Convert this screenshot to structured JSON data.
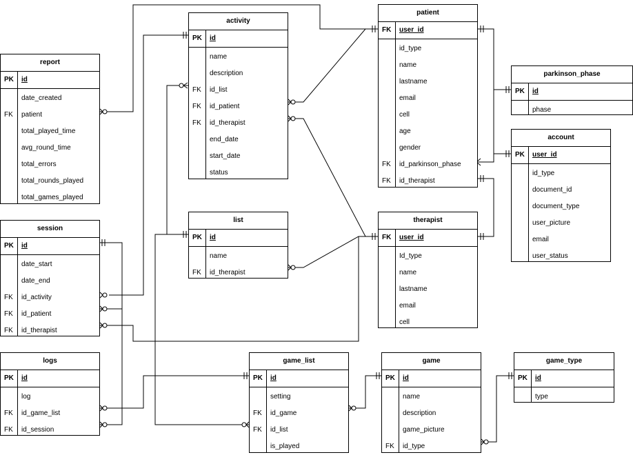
{
  "entities": {
    "activity": {
      "name": "activity",
      "pk": {
        "key": "PK",
        "field": "id"
      },
      "rows": [
        {
          "key": "",
          "field": "name"
        },
        {
          "key": "",
          "field": "description"
        },
        {
          "key": "FK",
          "field": "id_list"
        },
        {
          "key": "FK",
          "field": "id_patient"
        },
        {
          "key": "FK",
          "field": "id_therapist"
        },
        {
          "key": "",
          "field": "end_date"
        },
        {
          "key": "",
          "field": "start_date"
        },
        {
          "key": "",
          "field": "status"
        }
      ]
    },
    "patient": {
      "name": "patient",
      "pk": {
        "key": "FK",
        "field": "user_id"
      },
      "rows": [
        {
          "key": "",
          "field": "id_type"
        },
        {
          "key": "",
          "field": "name"
        },
        {
          "key": "",
          "field": "lastname"
        },
        {
          "key": "",
          "field": "email"
        },
        {
          "key": "",
          "field": "cell"
        },
        {
          "key": "",
          "field": "age"
        },
        {
          "key": "",
          "field": "gender"
        },
        {
          "key": "FK",
          "field": "id_parkinson_phase"
        },
        {
          "key": "FK",
          "field": "id_therapist"
        }
      ]
    },
    "report": {
      "name": "report",
      "pk": {
        "key": "PK",
        "field": "id"
      },
      "rows": [
        {
          "key": "",
          "field": "date_created"
        },
        {
          "key": "FK",
          "field": "patient"
        },
        {
          "key": "",
          "field": "total_played_time"
        },
        {
          "key": "",
          "field": "avg_round_time"
        },
        {
          "key": "",
          "field": "total_errors"
        },
        {
          "key": "",
          "field": "total_rounds_played"
        },
        {
          "key": "",
          "field": "total_games_played"
        }
      ]
    },
    "parkinson_phase": {
      "name": "parkinson_phase",
      "pk": {
        "key": "PK",
        "field": "id"
      },
      "rows": [
        {
          "key": "",
          "field": "phase"
        }
      ]
    },
    "account": {
      "name": "account",
      "pk": {
        "key": "PK",
        "field": "user_id"
      },
      "rows": [
        {
          "key": "",
          "field": "id_type"
        },
        {
          "key": "",
          "field": "document_id"
        },
        {
          "key": "",
          "field": "document_type"
        },
        {
          "key": "",
          "field": "user_picture"
        },
        {
          "key": "",
          "field": "email"
        },
        {
          "key": "",
          "field": "user_status"
        }
      ]
    },
    "session": {
      "name": "session",
      "pk": {
        "key": "PK",
        "field": "id"
      },
      "rows": [
        {
          "key": "",
          "field": "date_start"
        },
        {
          "key": "",
          "field": "date_end"
        },
        {
          "key": "FK",
          "field": "id_activity"
        },
        {
          "key": "FK",
          "field": "id_patient"
        },
        {
          "key": "FK",
          "field": "id_therapist"
        }
      ]
    },
    "list": {
      "name": "list",
      "pk": {
        "key": "PK",
        "field": "id"
      },
      "rows": [
        {
          "key": "",
          "field": "name"
        },
        {
          "key": "FK",
          "field": "id_therapist"
        }
      ]
    },
    "therapist": {
      "name": "therapist",
      "pk": {
        "key": "FK",
        "field": "user_id"
      },
      "rows": [
        {
          "key": "",
          "field": "Id_type"
        },
        {
          "key": "",
          "field": "name"
        },
        {
          "key": "",
          "field": "lastname"
        },
        {
          "key": "",
          "field": "email"
        },
        {
          "key": "",
          "field": "cell"
        }
      ]
    },
    "logs": {
      "name": "logs",
      "pk": {
        "key": "PK",
        "field": "id"
      },
      "rows": [
        {
          "key": "",
          "field": "log"
        },
        {
          "key": "FK",
          "field": "id_game_list"
        },
        {
          "key": "FK",
          "field": "id_session"
        }
      ]
    },
    "game_list": {
      "name": "game_list",
      "pk": {
        "key": "PK",
        "field": "id"
      },
      "rows": [
        {
          "key": "",
          "field": "setting"
        },
        {
          "key": "FK",
          "field": "id_game"
        },
        {
          "key": "FK",
          "field": "id_list"
        },
        {
          "key": "",
          "field": "is_played"
        }
      ]
    },
    "game": {
      "name": "game",
      "pk": {
        "key": "PK",
        "field": "id"
      },
      "rows": [
        {
          "key": "",
          "field": "name"
        },
        {
          "key": "",
          "field": "description"
        },
        {
          "key": "",
          "field": "game_picture"
        },
        {
          "key": "FK",
          "field": "id_type"
        }
      ]
    },
    "game_type": {
      "name": "game_type",
      "pk": {
        "key": "PK",
        "field": "id"
      },
      "rows": [
        {
          "key": "",
          "field": "type"
        }
      ]
    }
  }
}
